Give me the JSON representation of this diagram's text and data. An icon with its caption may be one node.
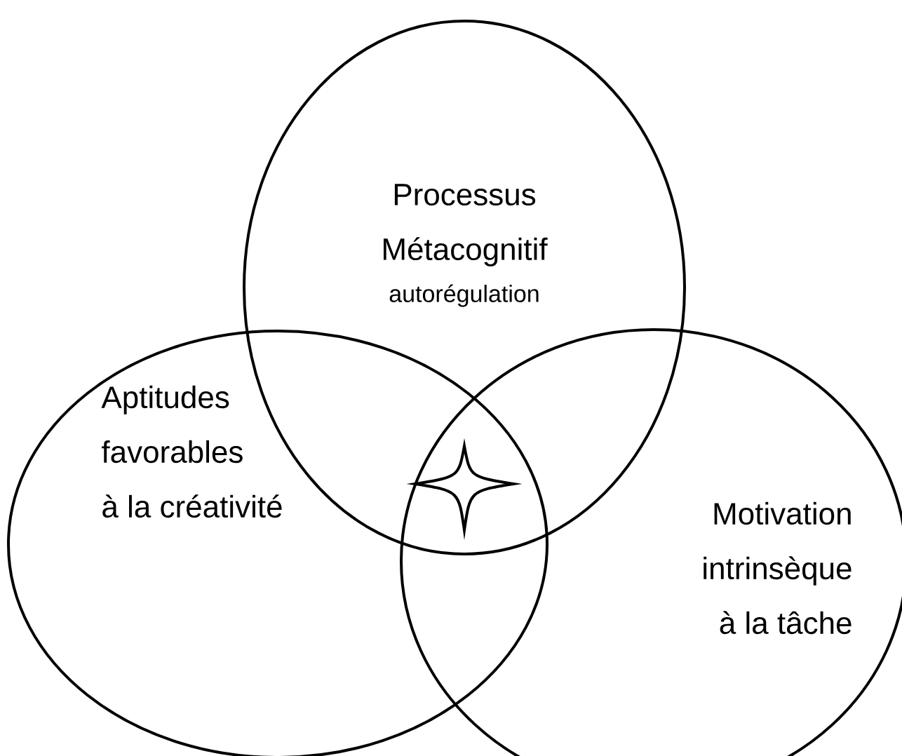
{
  "diagram": {
    "nodes": [
      {
        "text": [
          "Processus Métacognitif",
          "autorégulation"
        ]
      },
      {
        "text": [
          "Aptitudes favorables à la créativité"
        ]
      },
      {
        "text": [
          "Motivation intrinsèque à la tâche"
        ]
      }
    ]
  }
}
